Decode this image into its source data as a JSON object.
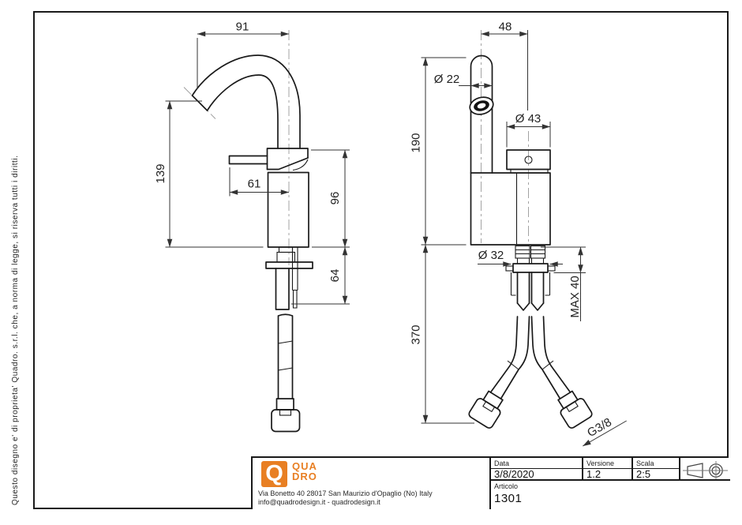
{
  "side_note": "Questo disegno e' di proprieta' Quadro. s.r.l. che, a norma di legge, si riserva tutti i diritti.",
  "dims": {
    "spout_reach": "91",
    "spout_height": "139",
    "handle_length": "61",
    "body_height": "96",
    "shank_length": "64",
    "spout_offset": "48",
    "spout_diameter": "Ø 22",
    "knob_diameter": "Ø 43",
    "total_height": "190",
    "base_diameter": "Ø 32",
    "max_counter": "MAX 40",
    "hose_drop": "370",
    "thread": "G3/8"
  },
  "title_block": {
    "logo": {
      "mark": "Q",
      "name_line1": "QUA",
      "name_line2": "DRO",
      "color": "#e87f23"
    },
    "address_line1": "Via Bonetto 40  28017 San Maurizio d'Opaglio (No) Italy",
    "address_line2": "info@quadrodesign.it  -  quadrodesign.it",
    "date": {
      "label": "Data",
      "value": "3/8/2020"
    },
    "version": {
      "label": "Versione",
      "value": "1.2"
    },
    "scale": {
      "label": "Scala",
      "value": "2:5"
    },
    "article": {
      "label": "Articolo",
      "value": "1301"
    }
  }
}
